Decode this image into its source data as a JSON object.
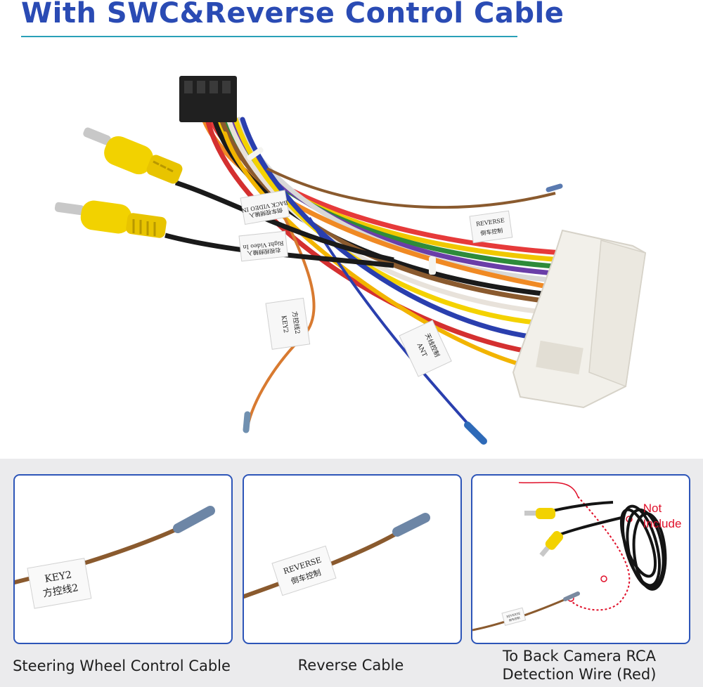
{
  "title": "With SWC&Reverse Control Cable",
  "hero": {
    "labels": {
      "back_video_in": "BACK VIDEO IN",
      "back_video_in_cn": "倒车视频输入",
      "right_video_in": "Right Video In",
      "right_video_in_cn": "右视视频输入",
      "reverse": "REVERSE",
      "reverse_cn": "倒车控制",
      "key2": "KEY2",
      "key2_cn": "方控线2",
      "ant": "ANT",
      "ant_cn": "天线控制"
    }
  },
  "panels": [
    {
      "tag": "KEY2",
      "tag_cn": "方控线2",
      "caption": "Steering Wheel Control Cable"
    },
    {
      "tag": "REVERSE",
      "tag_cn": "倒车控制",
      "caption": "Reverse Cable"
    },
    {
      "tag": "REVERSE",
      "tag_cn": "倒车控制",
      "not_include": [
        "Not",
        "Include"
      ],
      "caption_lines": [
        "To Back Camera RCA",
        "Detection Wire (Red)"
      ]
    }
  ],
  "colors": {
    "title": "#2a4bb4",
    "title_rule": "#2aa0b8",
    "panel_border": "#2d55b8",
    "not_include": "#e0102a",
    "rca_yellow": "#f2d200",
    "wire_brown": "#8a5a2e",
    "wire_blue": "#2a3fae",
    "connector": "#f2f0ea"
  },
  "icons": [
    "wire-harness-photo",
    "rca-plug-icon",
    "connector-block-icon",
    "wire-tip-icon",
    "camera-cable-coil-icon"
  ]
}
